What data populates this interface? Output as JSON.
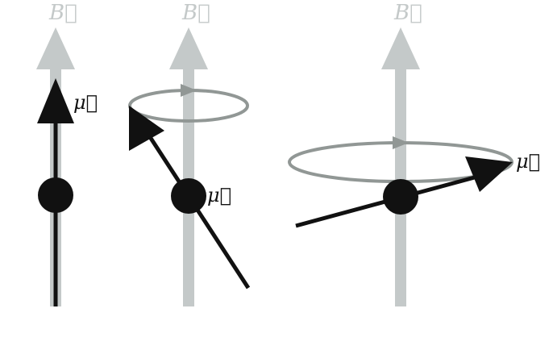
{
  "labels": {
    "field": "B⃗",
    "moment": "μ⃗"
  },
  "colors": {
    "field_axis": "#c4c9c9",
    "field_label": "#c4c9c9",
    "precession_ring": "#919795",
    "moment_vector": "#111111",
    "particle": "#111111",
    "background": "#ffffff"
  },
  "panels": [
    {
      "description_key": "aligned",
      "field_label": "B⃗",
      "moment_label": "μ⃗"
    },
    {
      "description_key": "precessing-small-angle",
      "field_label": "B⃗",
      "moment_label": "μ⃗"
    },
    {
      "description_key": "precessing-large-angle",
      "field_label": "B⃗",
      "moment_label": "μ⃗"
    }
  ]
}
